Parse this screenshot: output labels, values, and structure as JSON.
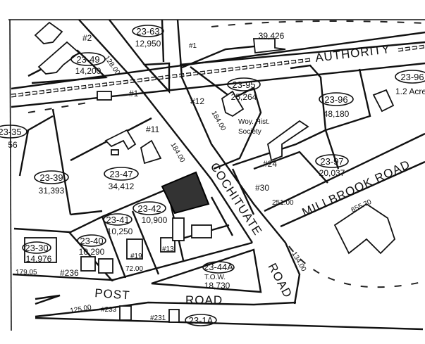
{
  "roads": {
    "authority": "AUTHORITY",
    "cochituate": "COCHITUATE",
    "cochituate_road": "ROAD",
    "millbrook": "MILLBROOK ROAD",
    "post": "POST",
    "post_road": "ROAD"
  },
  "parcels": [
    {
      "id": "23-63",
      "area": "12,950"
    },
    {
      "id": "23-49",
      "area": "14,200"
    },
    {
      "id": "",
      "area": "39,426"
    },
    {
      "id": "23-95",
      "area": "25,264"
    },
    {
      "id": "23-96",
      "area": "48,180"
    },
    {
      "id": "23-96",
      "area": "1.2 Acre"
    },
    {
      "id": "23-35",
      "area": "56"
    },
    {
      "id": "23-39",
      "area": "31,393"
    },
    {
      "id": "23-47",
      "area": "34,412"
    },
    {
      "id": "23-97",
      "area": "20,037"
    },
    {
      "id": "23-42",
      "area": "10,900"
    },
    {
      "id": "23-41",
      "area": "10,250"
    },
    {
      "id": "23-40",
      "area": "10,290"
    },
    {
      "id": "23-30",
      "area": "14,976"
    },
    {
      "id": "23-44A",
      "area": "18,730"
    },
    {
      "id": "23-1A",
      "area": ""
    }
  ],
  "labels": {
    "society_1": "Woy. Hist.",
    "society_2": "Society",
    "tow": "T.O.W.",
    "n2": "#2",
    "n1a": "#1",
    "n1b": "#1",
    "n11": "#11",
    "n12": "#12",
    "n24": "#24",
    "n30": "#30",
    "n19": "#19",
    "n13": "#13",
    "n236": "#236",
    "n231": "#231",
    "n233": "#233",
    "d1": "128.00",
    "d2": "184.00",
    "d3": "184.00",
    "d4": "251.00",
    "d5": "179.05",
    "d6": "125.00",
    "d7": "72.00",
    "d8": "134.00",
    "d9": "655.70"
  },
  "colors": {
    "ink": "#111111",
    "paper": "#ffffff"
  }
}
